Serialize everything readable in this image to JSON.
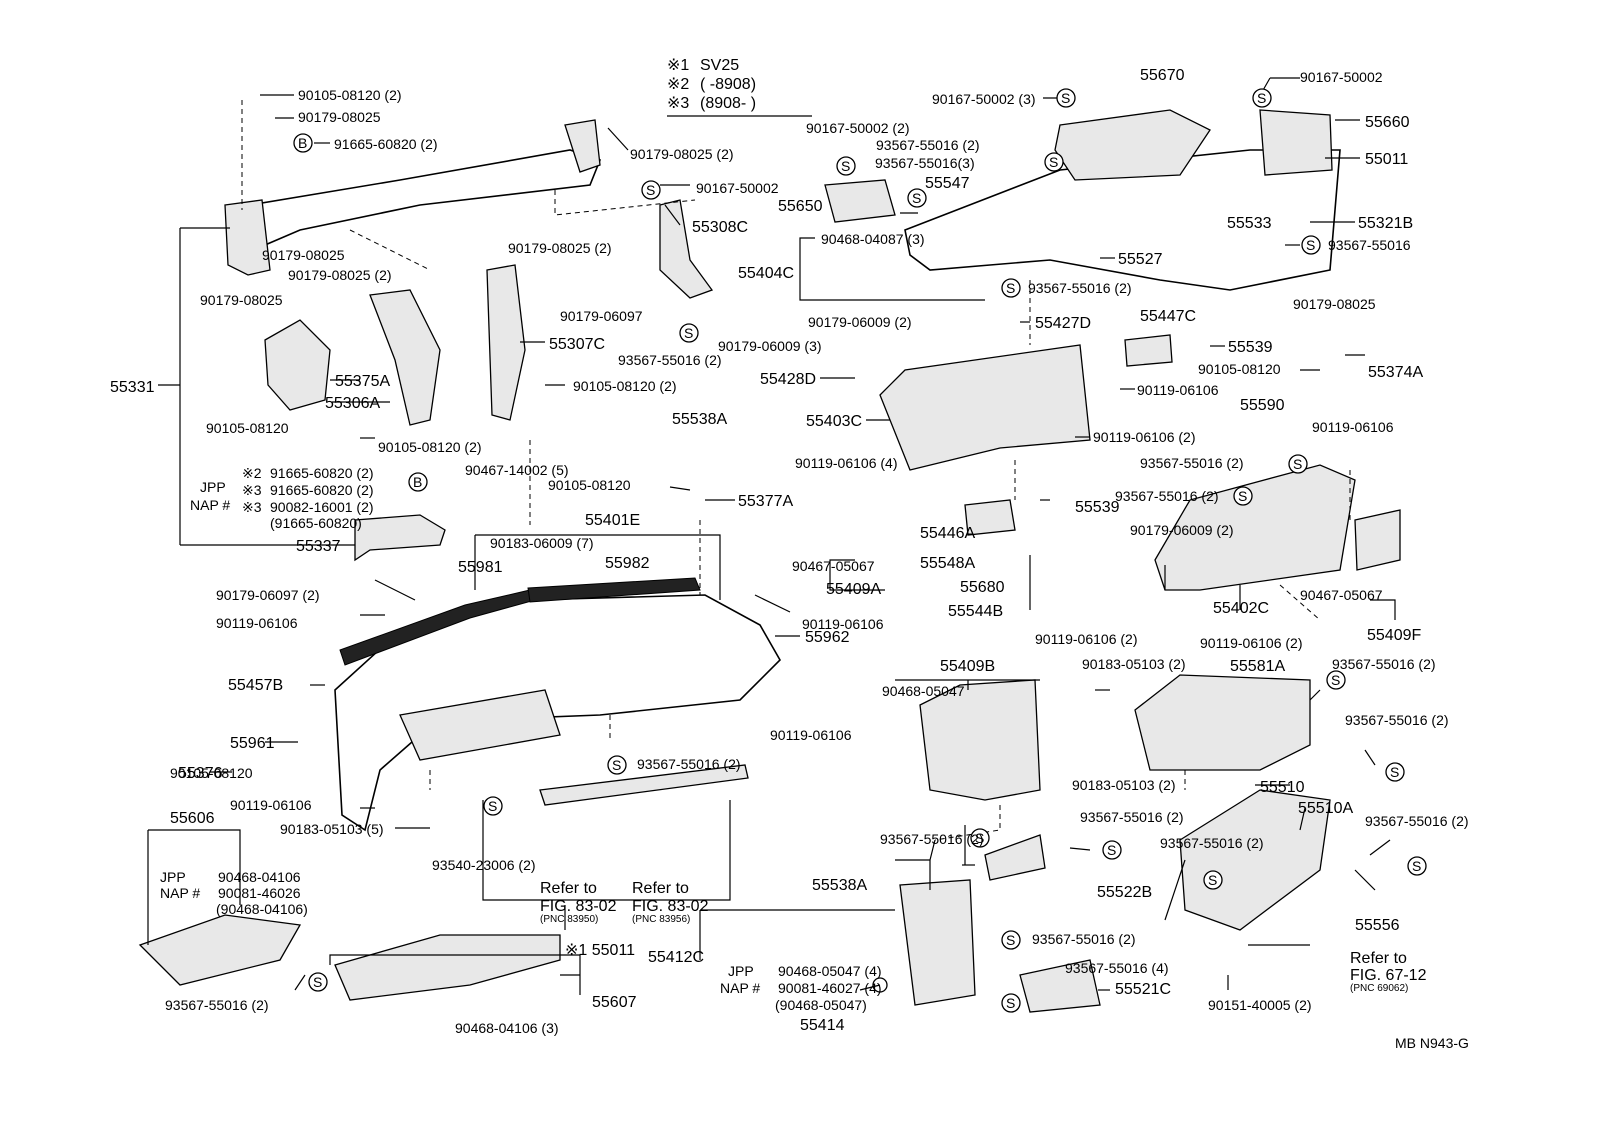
{
  "legend": {
    "rows": [
      {
        "mark": "※1",
        "text": "SV25"
      },
      {
        "mark": "※2",
        "text": "(     -8908)"
      },
      {
        "mark": "※3",
        "text": "(8908-      )"
      }
    ]
  },
  "sheet_code": "MB N943-G",
  "symbols": {
    "s": "S",
    "b": "B"
  },
  "labels": {
    "a55331": "55331",
    "a55337": "55337",
    "a55375A": "55375A",
    "a55306A": "55306A",
    "a55308C": "55308C",
    "a55307C": "55307C",
    "a55670": "55670",
    "a55660": "55660",
    "a55011": "55011",
    "a55650": "55650",
    "a55547": "55547",
    "a55404C": "55404C",
    "a55527": "55527",
    "a55533": "55533",
    "a55321B": "55321B",
    "a55427D": "55427D",
    "a55447C": "55447C",
    "a55539a": "55539",
    "a55374A": "55374A",
    "a55428D": "55428D",
    "a55403C": "55403C",
    "a55590": "55590",
    "a55538Aa": "55538A",
    "a55377A": "55377A",
    "a55401E": "55401E",
    "a55982": "55982",
    "a55981": "55981",
    "a55962": "55962",
    "a55446A": "55446A",
    "a55539b": "55539",
    "a55548A": "55548A",
    "a55680": "55680",
    "a55544B": "55544B",
    "a55409A": "55409A",
    "a55402C": "55402C",
    "a55409F": "55409F",
    "a55457B": "55457B",
    "a55961": "55961",
    "a55376": "55376",
    "a55606": "55606",
    "a55409B": "55409B",
    "a55581A": "55581A",
    "a55510": "55510",
    "a55510A": "55510A",
    "a55556": "55556",
    "a55538Ab": "55538A",
    "a55522B": "55522B",
    "a55412C": "55412C",
    "a55011b": "※1 55011",
    "a55607": "55607",
    "a55521C": "55521C",
    "a55414": "55414"
  },
  "fasteners": {
    "f1": "90105-08120 (2)",
    "f2": "90179-08025",
    "f3": "91665-60820 (2)",
    "f4": "90179-08025 (2)",
    "f5": "90167-50002",
    "f6": "90179-08025",
    "f7": "90179-08025 (2)",
    "f8": "90179-08025",
    "f9": "90179-08025 (2)",
    "f10": "90179-06097",
    "f11": "93567-55016 (2)",
    "f12": "90105-08120",
    "f13": "90105-08120 (2)",
    "f14": "90105-08120 (2)",
    "f15": "90167-50002 (3)",
    "f16": "90167-50002",
    "f17": "90167-50002 (2)",
    "f18": "93567-55016 (2)",
    "f19": "93567-55016(3)",
    "f20": "90468-04087 (3)",
    "f21": "93567-55016",
    "f22": "93567-55016 (2)",
    "f23": "90179-06009 (2)",
    "f24": "90179-06009 (3)",
    "f25": "90179-08025",
    "f26": "90105-08120",
    "f27": "90119-06106",
    "f28": "90119-06106 (2)",
    "f29": "90119-06106",
    "f30": "93567-55016 (2)",
    "f31": "90119-06106 (4)",
    "f32": "93567-55016 (2)",
    "f33": "90179-06009 (2)",
    "f34": "90467-14002 (5)",
    "f35": "90105-08120",
    "f36": "90183-06009 (7)",
    "f37": "90179-06097 (2)",
    "f38": "90119-06106",
    "f39": "90119-06106",
    "f40": "90467-05067",
    "f41": "90467-05067",
    "f42": "90119-06106 (2)",
    "f43": "90119-06106 (2)",
    "f44": "90119-06106",
    "f45": "93567-55016 (2)",
    "f46": "90105-08120",
    "f47": "90119-06106",
    "f48": "90183-05103 (5)",
    "f49": "90468-05047",
    "f50": "90183-05103 (2)",
    "f51": "90183-05103 (2)",
    "f52": "93567-55016 (2)",
    "f53": "93567-55016 (2)",
    "f54": "93567-55016 (2)",
    "f55": "93567-55016 (2)",
    "f56": "93567-55016 (2)",
    "f57": "93567-55016 (2)",
    "f58": "93540-23006 (2)",
    "f59": "93567-55016 (2)",
    "f60": "93567-55016 (4)",
    "f61": "90151-40005 (2)",
    "f62": "93567-55016 (2)",
    "f63": "90468-04106 (3)"
  },
  "variant_blocks": {
    "left_mid": {
      "jpp": "JPP",
      "nap": "NAP #",
      "rows": [
        {
          "mark": "※2",
          "code": "91665-60820 (2)"
        },
        {
          "mark": "※3",
          "code": "91665-60820 (2)"
        },
        {
          "mark": "※3",
          "code": "90082-16001 (2)"
        },
        {
          "mark": "",
          "code": "(91665-60820)"
        }
      ]
    },
    "bottom_left": {
      "jpp": "JPP",
      "nap": "NAP #",
      "jpp_code": "90468-04106",
      "nap_code": "90081-46026",
      "alt_code": "(90468-04106)"
    },
    "bottom_center": {
      "jpp": "JPP",
      "nap": "NAP #",
      "jpp_code": "90468-05047 (4)",
      "nap_code": "90081-46027 (4)",
      "alt_code": "(90468-05047)"
    }
  },
  "references": [
    {
      "refer": "Refer to",
      "fig": "FIG. 83-02",
      "pnc": "(PNC 83950)"
    },
    {
      "refer": "Refer to",
      "fig": "FIG. 83-02",
      "pnc": "(PNC 83956)"
    },
    {
      "refer": "Refer to",
      "fig": "FIG. 67-12",
      "pnc": "(PNC 69062)"
    }
  ]
}
